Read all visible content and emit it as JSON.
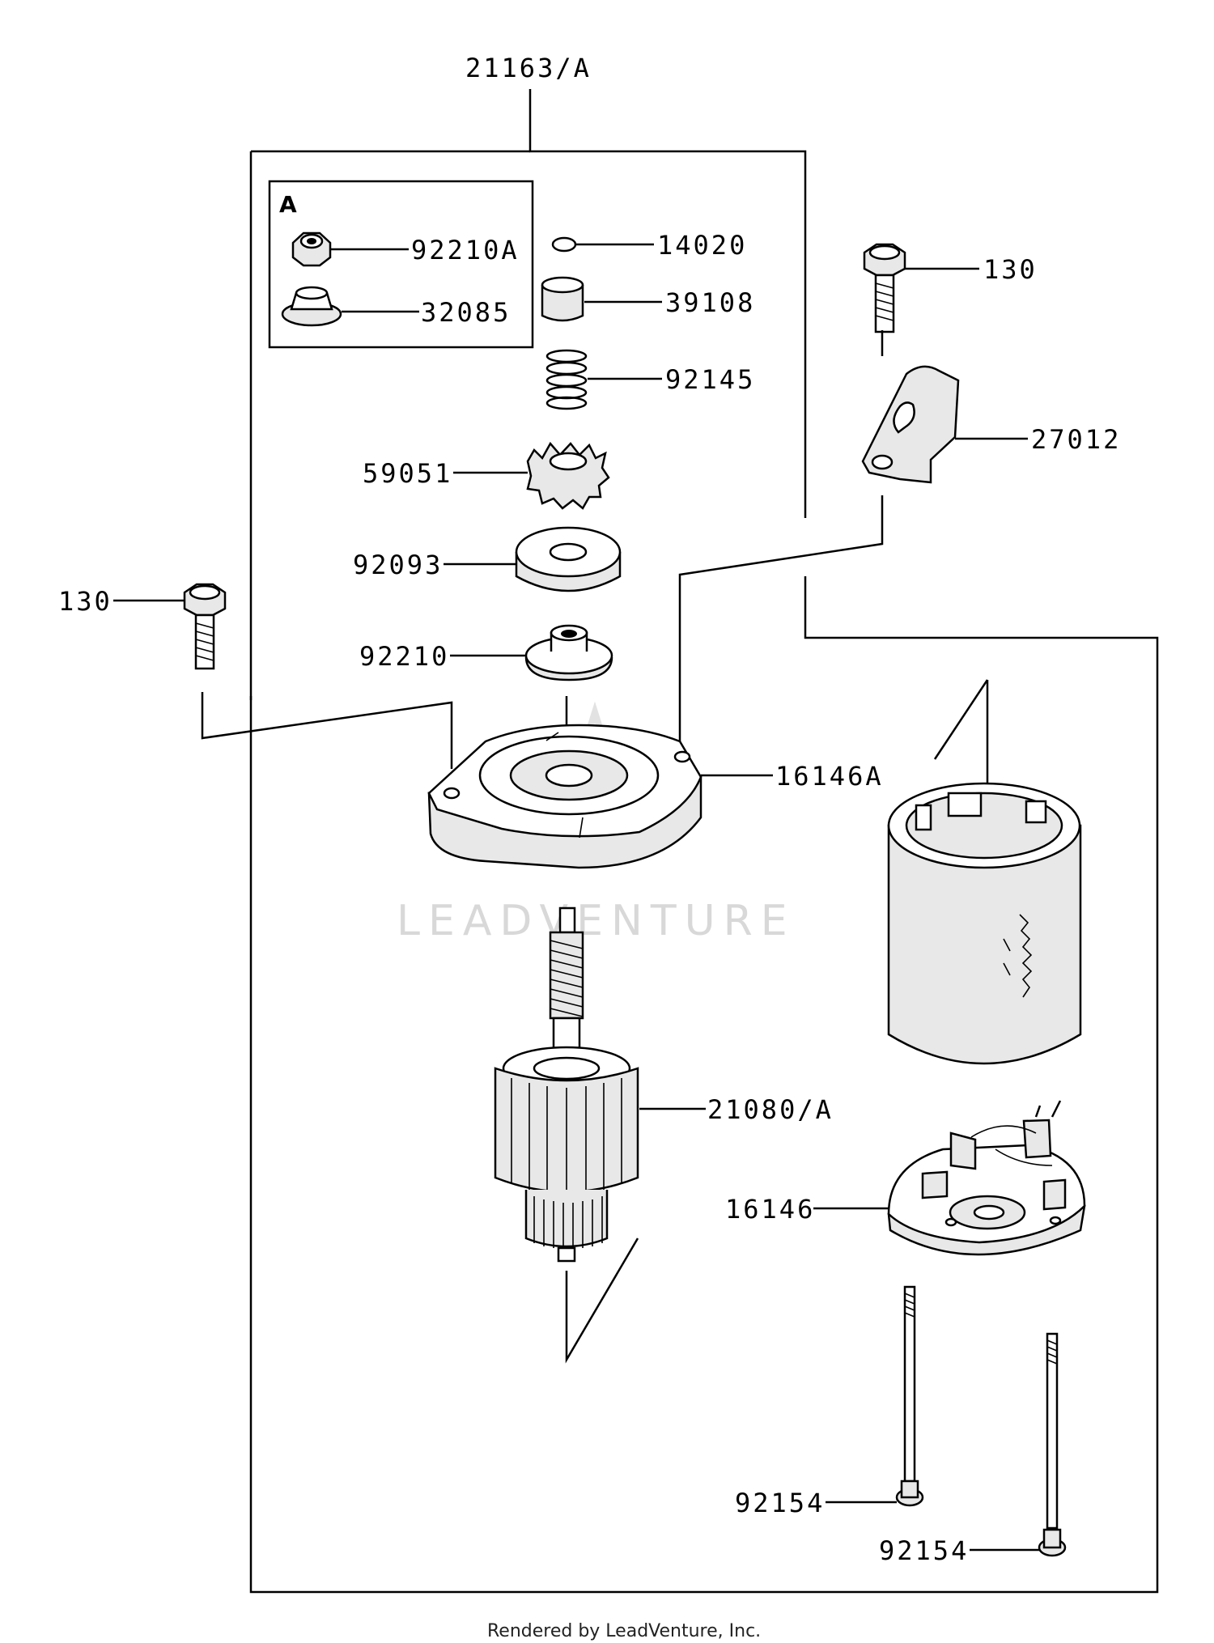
{
  "title_part": "21163/A",
  "kit_label": "A",
  "parts": {
    "p92210A": "92210A",
    "p32085": "32085",
    "p14020": "14020",
    "p39108": "39108",
    "p92145": "92145",
    "p59051": "59051",
    "p92093": "92093",
    "p92210": "92210",
    "p130_left": "130",
    "p130_right": "130",
    "p27012": "27012",
    "p16146A": "16146A",
    "p21080A": "21080/A",
    "p16146": "16146",
    "p92154_a": "92154",
    "p92154_b": "92154"
  },
  "watermark": "LEADVENTURE",
  "footer": "Rendered by LeadVenture, Inc."
}
